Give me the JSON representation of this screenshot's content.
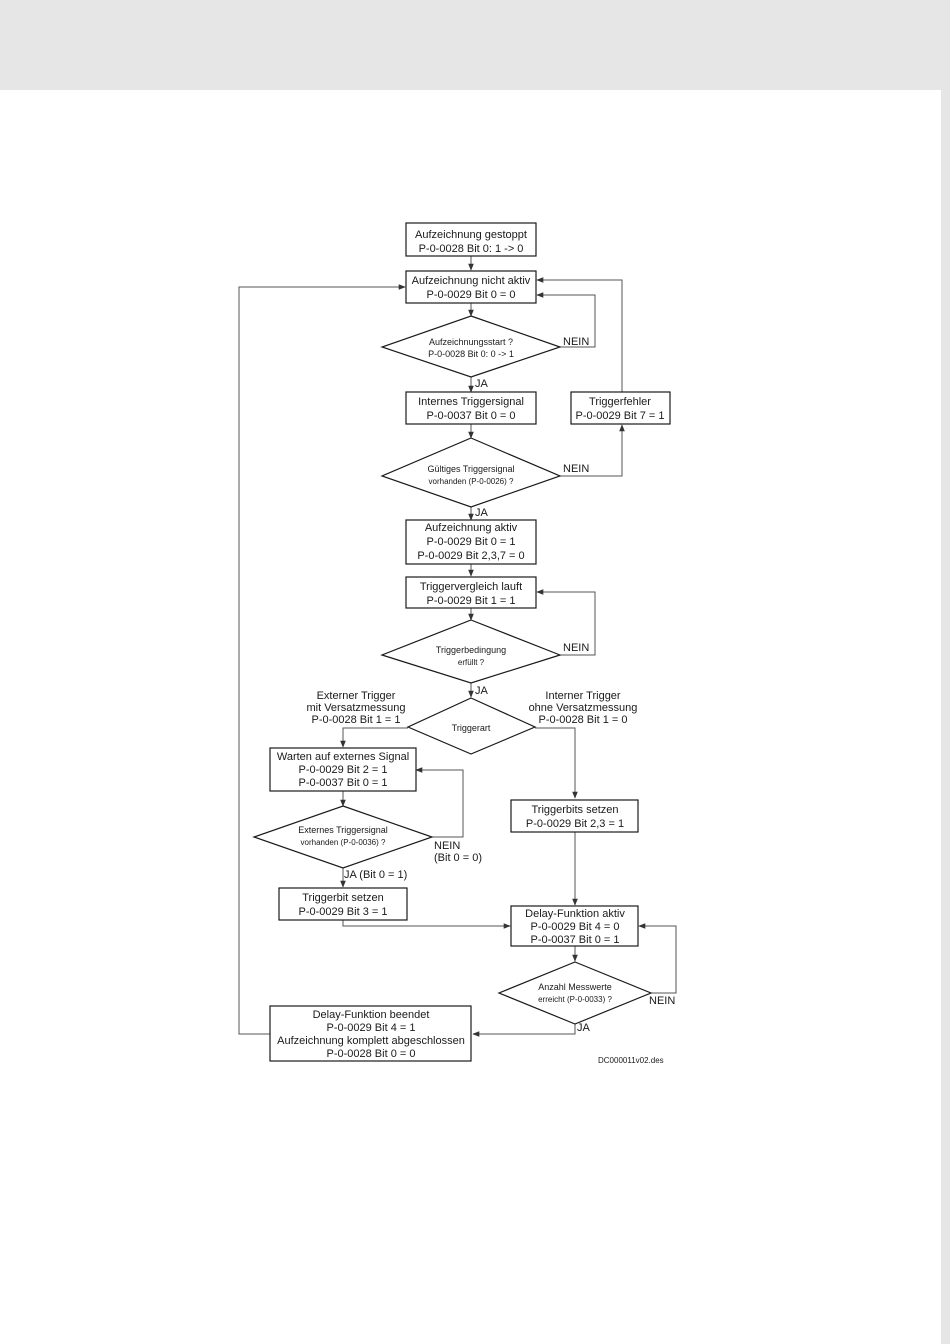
{
  "header": {
    "band_color": "#e6e6e6"
  },
  "diagram": {
    "boxes": {
      "stopped": [
        "Aufzeichnung gestoppt",
        "P-0-0028 Bit 0: 1 -> 0"
      ],
      "inactive": [
        "Aufzeichnung nicht aktiv",
        "P-0-0029 Bit 0 = 0"
      ],
      "internal_trigger": [
        "Internes Triggersignal",
        "P-0-0037 Bit 0 = 0"
      ],
      "trigger_error": [
        "Triggerfehler",
        "P-0-0029 Bit 7 = 1"
      ],
      "active": [
        "Aufzeichnung aktiv",
        "P-0-0029 Bit 0 = 1",
        "P-0-0029 Bit 2,3,7 = 0"
      ],
      "compare": [
        "Triggervergleich lauft",
        "P-0-0029 Bit 1 = 1"
      ],
      "wait_external": [
        "Warten auf externes Signal",
        "P-0-0029 Bit 2 = 1",
        "P-0-0037 Bit 0 = 1"
      ],
      "set_triggerbits": [
        "Triggerbits setzen",
        "P-0-0029 Bit 2,3 = 1"
      ],
      "set_triggerbit": [
        "Triggerbit setzen",
        "P-0-0029 Bit 3 = 1"
      ],
      "delay_active": [
        "Delay-Funktion aktiv",
        "P-0-0029 Bit 4 = 0",
        "P-0-0037 Bit 0 = 1"
      ],
      "delay_end": [
        "Delay-Funktion beendet",
        "P-0-0029 Bit 4 = 1",
        "Aufzeichnung komplett abgeschlossen",
        "P-0-0028 Bit 0 = 0"
      ]
    },
    "decisions": {
      "start": [
        "Aufzeichnungsstart ?",
        "P-0-0028 Bit 0: 0 -> 1"
      ],
      "valid_trigger": [
        "Gültiges Triggersignal",
        "vorhanden (P-0-0026) ?"
      ],
      "condition": [
        "Triggerbedingung",
        "erfüllt ?"
      ],
      "triggerart": [
        "Triggerart"
      ],
      "external_signal": [
        "Externes Triggersignal",
        "vorhanden (P-0-0036) ?"
      ],
      "count_reached": [
        "Anzahl Messwerte",
        "erreicht (P-0-0033) ?"
      ]
    },
    "labels": {
      "nein": "NEIN",
      "ja": "JA",
      "external_trigger": [
        "Externer Trigger",
        "mit Versatzmessung",
        "P-0-0028 Bit 1 = 1"
      ],
      "internal_trigger_branch": [
        "Interner Trigger",
        "ohne Versatzmessung",
        "P-0-0028 Bit 1 = 0"
      ],
      "nein_bit0": [
        "NEIN",
        "(Bit 0 = 0)"
      ],
      "ja_bit1": "JA (Bit 0 = 1)",
      "figure_id": "DC000011v02.des"
    }
  }
}
